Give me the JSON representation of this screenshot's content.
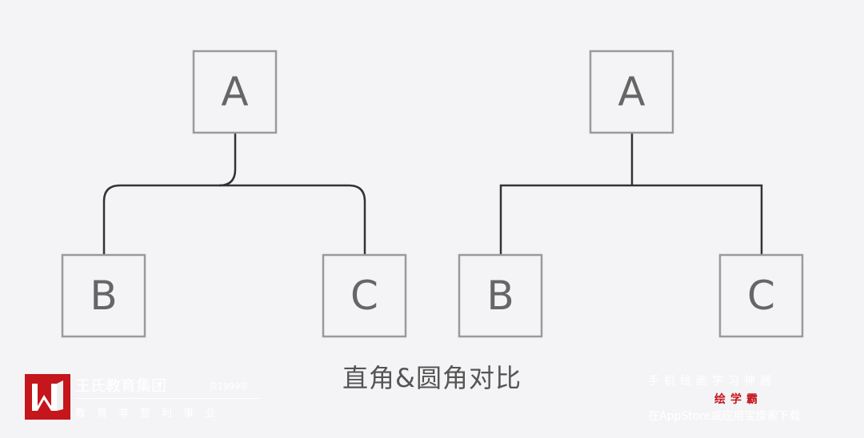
{
  "diagrams": [
    {
      "corner_style": "rounded",
      "nodes": {
        "root": "A",
        "left": "B",
        "right": "C"
      }
    },
    {
      "corner_style": "square",
      "nodes": {
        "root": "A",
        "left": "B",
        "right": "C"
      }
    }
  ],
  "caption": "直角&圆角对比",
  "branding": {
    "logo_name": "王氏教育集团",
    "logo_sub": "自1999年",
    "logo_slogan": "教育非营利事业",
    "app_line1": "手机绘画学习神器",
    "app_brand": "绘学霸",
    "app_line2": "在AppStore或应用宝搜索下载"
  },
  "colors": {
    "background": "#f4f4f6",
    "node_border": "#9a9a9a",
    "node_text": "#666666",
    "connector": "#333333",
    "brand_red": "#c4161c"
  }
}
